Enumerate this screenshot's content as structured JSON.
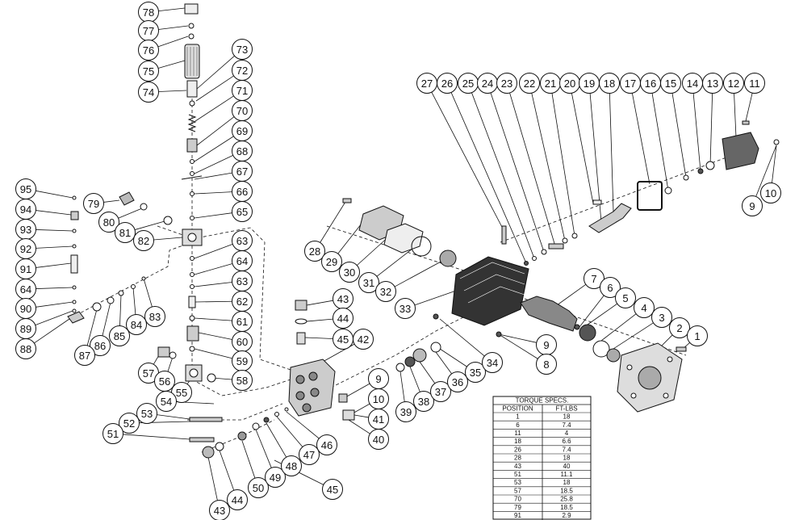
{
  "diagram": {
    "callouts": [
      {
        "label": "78"
      },
      {
        "label": "77"
      },
      {
        "label": "76"
      },
      {
        "label": "75"
      },
      {
        "label": "74"
      },
      {
        "label": "73"
      },
      {
        "label": "72"
      },
      {
        "label": "71"
      },
      {
        "label": "70"
      },
      {
        "label": "69"
      },
      {
        "label": "68"
      },
      {
        "label": "67"
      },
      {
        "label": "66"
      },
      {
        "label": "65"
      },
      {
        "label": "63"
      },
      {
        "label": "64"
      },
      {
        "label": "63"
      },
      {
        "label": "62"
      },
      {
        "label": "61"
      },
      {
        "label": "60"
      },
      {
        "label": "59"
      },
      {
        "label": "58"
      },
      {
        "label": "95"
      },
      {
        "label": "94"
      },
      {
        "label": "93"
      },
      {
        "label": "92"
      },
      {
        "label": "91"
      },
      {
        "label": "64"
      },
      {
        "label": "90"
      },
      {
        "label": "89"
      },
      {
        "label": "88"
      },
      {
        "label": "79"
      },
      {
        "label": "80"
      },
      {
        "label": "81"
      },
      {
        "label": "82"
      },
      {
        "label": "83"
      },
      {
        "label": "84"
      },
      {
        "label": "85"
      },
      {
        "label": "86"
      },
      {
        "label": "87"
      },
      {
        "label": "57"
      },
      {
        "label": "56"
      },
      {
        "label": "55"
      },
      {
        "label": "54"
      },
      {
        "label": "53"
      },
      {
        "label": "52"
      },
      {
        "label": "51"
      },
      {
        "label": "43"
      },
      {
        "label": "44"
      },
      {
        "label": "50"
      },
      {
        "label": "49"
      },
      {
        "label": "48"
      },
      {
        "label": "47"
      },
      {
        "label": "46"
      },
      {
        "label": "45"
      },
      {
        "label": "43"
      },
      {
        "label": "44"
      },
      {
        "label": "45"
      },
      {
        "label": "42"
      },
      {
        "label": "9"
      },
      {
        "label": "10"
      },
      {
        "label": "41"
      },
      {
        "label": "40"
      },
      {
        "label": "39"
      },
      {
        "label": "38"
      },
      {
        "label": "37"
      },
      {
        "label": "36"
      },
      {
        "label": "35"
      },
      {
        "label": "34"
      },
      {
        "label": "28"
      },
      {
        "label": "29"
      },
      {
        "label": "30"
      },
      {
        "label": "31"
      },
      {
        "label": "32"
      },
      {
        "label": "33"
      },
      {
        "label": "27"
      },
      {
        "label": "26"
      },
      {
        "label": "25"
      },
      {
        "label": "24"
      },
      {
        "label": "23"
      },
      {
        "label": "22"
      },
      {
        "label": "21"
      },
      {
        "label": "20"
      },
      {
        "label": "19"
      },
      {
        "label": "18"
      },
      {
        "label": "17"
      },
      {
        "label": "16"
      },
      {
        "label": "15"
      },
      {
        "label": "14"
      },
      {
        "label": "13"
      },
      {
        "label": "12"
      },
      {
        "label": "11"
      },
      {
        "label": "9"
      },
      {
        "label": "10"
      },
      {
        "label": "7"
      },
      {
        "label": "6"
      },
      {
        "label": "5"
      },
      {
        "label": "4"
      },
      {
        "label": "3"
      },
      {
        "label": "2"
      },
      {
        "label": "1"
      },
      {
        "label": "9"
      },
      {
        "label": "8"
      }
    ],
    "torque_table": {
      "title": "TORQUE SPECS.",
      "headers": [
        "POSITION",
        "FT-LBS"
      ],
      "rows": [
        [
          "1",
          "18"
        ],
        [
          "6",
          "7.4"
        ],
        [
          "11",
          "4"
        ],
        [
          "18",
          "6.6"
        ],
        [
          "26",
          "7.4"
        ],
        [
          "28",
          "18"
        ],
        [
          "43",
          "40"
        ],
        [
          "51",
          "11.1"
        ],
        [
          "53",
          "18"
        ],
        [
          "57",
          "18.5"
        ],
        [
          "70",
          "25.8"
        ],
        [
          "79",
          "18.5"
        ],
        [
          "91",
          "2.9"
        ]
      ]
    }
  },
  "colors": {
    "ink": "#111111",
    "shade": "#444444",
    "light": "#d8d8d8"
  }
}
